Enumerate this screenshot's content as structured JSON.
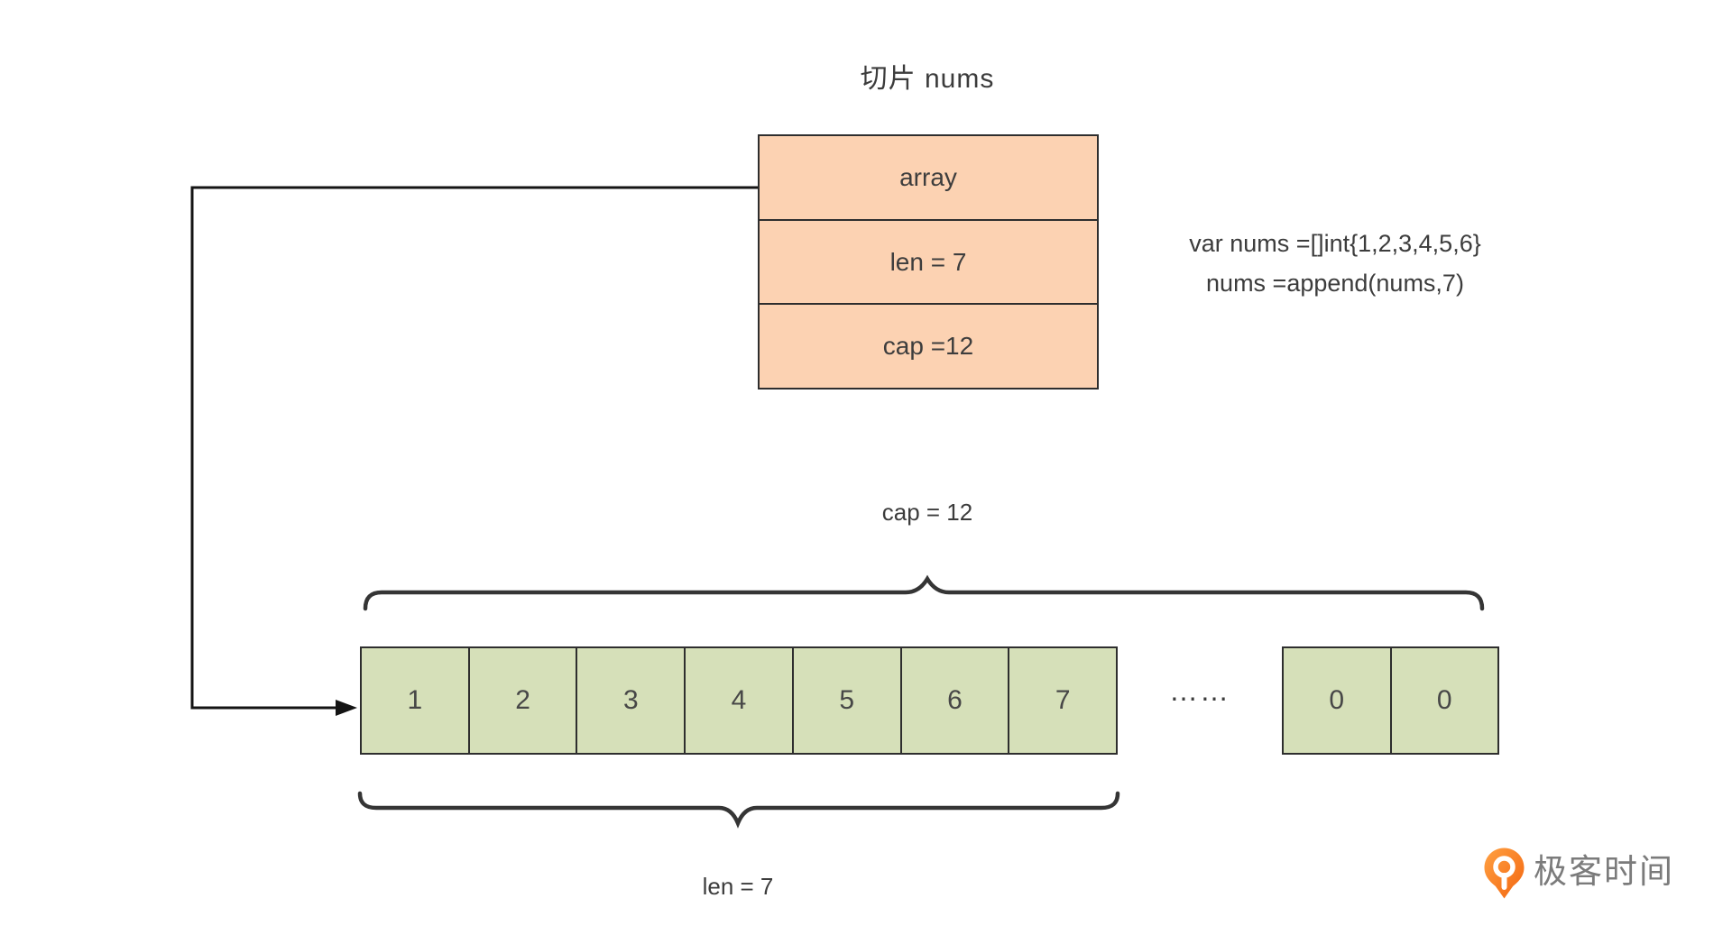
{
  "title": "切片 nums",
  "struct_box": {
    "rows": [
      {
        "label": "array"
      },
      {
        "label": "len = 7"
      },
      {
        "label": "cap =12"
      }
    ]
  },
  "code_note": {
    "line1": "var nums =[]int{1,2,3,4,5,6}",
    "line2": "nums =append(nums,7)"
  },
  "cap_label": "cap = 12",
  "len_label": "len = 7",
  "array_cells": [
    "1",
    "2",
    "3",
    "4",
    "5",
    "6",
    "7"
  ],
  "ellipsis": "……",
  "extra_cells": [
    "0",
    "0"
  ],
  "logo": {
    "text": "极客时间"
  },
  "colors": {
    "struct_fill": "#fcd2b2",
    "cell_fill": "#d6e0b9",
    "stroke": "#2e2e2e",
    "logo_orange": "#f3650f",
    "logo_orange_light": "#ffa143",
    "logo_text_gray": "#7b7b7b"
  }
}
